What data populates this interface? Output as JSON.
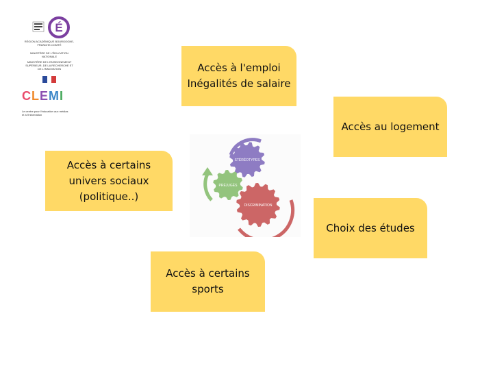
{
  "logo": {
    "emblem_letter": "É",
    "region_text": "RÉGION ACADÉMIQUE BOURGOGNE-FRANCHE-COMTÉ",
    "ministry_text_1": "MINISTÈRE DE L'ÉDUCATION NATIONALE",
    "ministry_text_2": "MINISTÈRE DE L'ENSEIGNEMENT SUPÉRIEUR, DE LA RECHERCHE ET DE L'INNOVATION",
    "clemi_letters": [
      "C",
      "L",
      "E",
      "M",
      "I"
    ],
    "clemi_tagline": "Le centre pour l'éducation aux médias et à l'information",
    "colors": {
      "emblem": "#7b3fa0",
      "clemi_pink": "#e94b6b",
      "clemi_orange": "#f08a2c",
      "clemi_purple": "#8b4fb1",
      "clemi_blue": "#3d87c8",
      "clemi_green": "#45a85a"
    }
  },
  "cards": {
    "emploi": "Accès à l'emploi\nInégalités de salaire",
    "logement": "Accès au logement",
    "univers": "Accès à certains\nunivers sociaux\n(politique..)",
    "etudes": "Choix des études",
    "sports": "Accès à certains\nsports"
  },
  "gears": {
    "top": "STÉRÉOTYPES",
    "middle": "PRÉJUGÉS",
    "bottom": "DISCRIMINATION",
    "colors": {
      "top": "#8e7cc3",
      "middle": "#93c47d",
      "bottom": "#cc6666",
      "card": "#ffd966"
    }
  }
}
